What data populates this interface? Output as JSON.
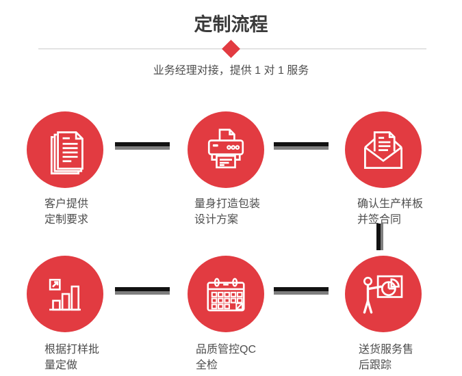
{
  "page": {
    "title": "定制流程",
    "subtitle": "业务经理对接，提供 1 对 1 服务"
  },
  "colors": {
    "accent_red": "#e23b41",
    "connector_dark": "#121212",
    "connector_gray": "#7f7f7f",
    "divider_gray": "#cbcbcb",
    "title_text": "#3a3a3a",
    "label_text": "#4d4d4d",
    "icon_stroke": "#ffffff"
  },
  "steps": [
    {
      "name": "customer-requirements",
      "icon": "documents-icon",
      "lines": [
        "客户提供",
        "定制要求"
      ]
    },
    {
      "name": "packaging-design",
      "icon": "printer-icon",
      "lines": [
        "量身打造包装",
        "设计方案"
      ]
    },
    {
      "name": "confirm-sample-contract",
      "icon": "envelope-icon",
      "lines": [
        "确认生产样板",
        "并签合同"
      ]
    },
    {
      "name": "batch-production",
      "icon": "bar-chart-icon",
      "lines": [
        "根据打样批",
        "量定做"
      ]
    },
    {
      "name": "quality-control",
      "icon": "calendar-icon",
      "lines": [
        "品质管控QC",
        "全检"
      ]
    },
    {
      "name": "delivery-aftersales",
      "icon": "presentation-icon",
      "lines": [
        "送货服务售",
        "后跟踪"
      ]
    }
  ]
}
